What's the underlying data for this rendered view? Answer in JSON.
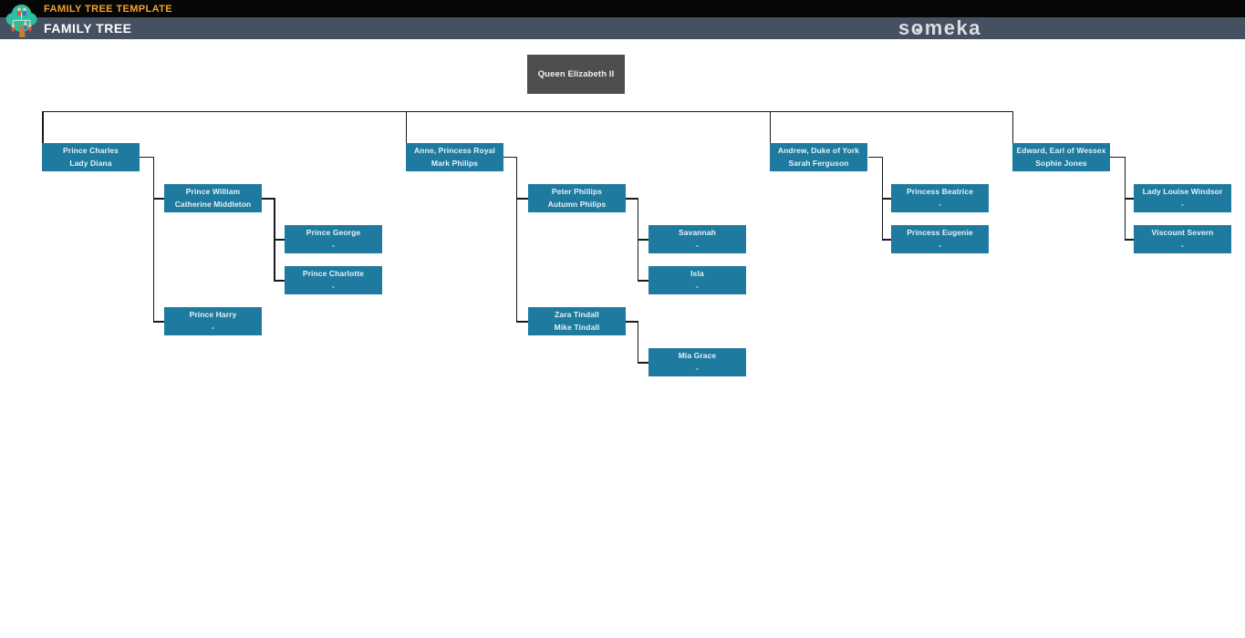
{
  "header": {
    "template_title": "FAMILY TREE TEMPLATE",
    "page_title": "FAMILY TREE",
    "brand": {
      "pre": "s",
      "o": "o",
      "post": "meka"
    },
    "logo_icon": "family-tree-logo",
    "colors": {
      "top_bar": "#060606",
      "main_bar": "#455161",
      "template_title_text": "#F2A32B",
      "brand_text": "#DBDDE0"
    }
  },
  "tree": {
    "colors": {
      "node_fill": "#1E7A9E",
      "root_fill": "#4E4E4D",
      "node_text": "#E6F2F8",
      "connector_line": "#1A1A1A"
    },
    "root": {
      "name": "Queen Elizabeth II"
    },
    "children": [
      {
        "name": "Prince Charles",
        "spouse": "Lady Diana",
        "children": [
          {
            "name": "Prince William",
            "spouse": "Catherine Middleton",
            "children": [
              {
                "name": "Prince George",
                "spouse": "-"
              },
              {
                "name": "Prince Charlotte",
                "spouse": "-"
              }
            ]
          },
          {
            "name": "Prince Harry",
            "spouse": "-"
          }
        ]
      },
      {
        "name": "Anne, Princess Royal",
        "spouse": "Mark Philips",
        "children": [
          {
            "name": "Peter Phillips",
            "spouse": "Autumn Philips",
            "children": [
              {
                "name": "Savannah",
                "spouse": "-"
              },
              {
                "name": "Isla",
                "spouse": "-"
              }
            ]
          },
          {
            "name": "Zara Tindall",
            "spouse": "Mike Tindall",
            "children": [
              {
                "name": "Mia Grace",
                "spouse": "-"
              }
            ]
          }
        ]
      },
      {
        "name": "Andrew, Duke of York",
        "spouse": "Sarah Ferguson",
        "children": [
          {
            "name": "Princess Beatrice",
            "spouse": "-"
          },
          {
            "name": "Princess Eugenie",
            "spouse": "-"
          }
        ]
      },
      {
        "name": "Edward, Earl of Wessex",
        "spouse": "Sophie Jones",
        "children": [
          {
            "name": "Lady Louise Windsor",
            "spouse": "-"
          },
          {
            "name": "Viscount Severn",
            "spouse": "-"
          }
        ]
      }
    ]
  }
}
